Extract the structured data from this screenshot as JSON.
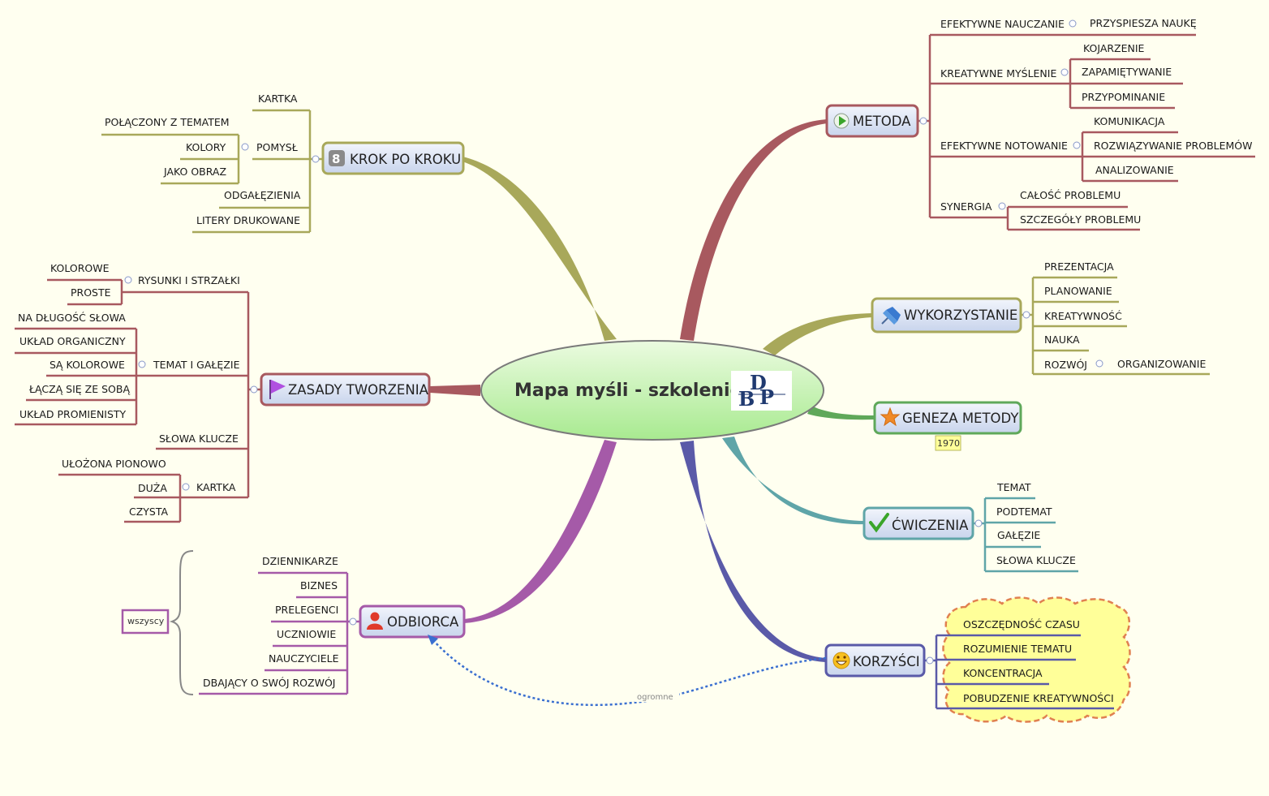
{
  "central": {
    "title": "Mapa myśli - szkolenie",
    "logo_text": "DBP"
  },
  "branches": {
    "krok": {
      "label": "KROK PO KROKU",
      "badge": "8",
      "items": [
        "KARTKA",
        "POMYSŁ",
        "ODGAŁĘZIENIA",
        "LITERY DRUKOWANE"
      ],
      "pomysl_children": [
        "POŁĄCZONY Z TEMATEM",
        "KOLORY",
        "JAKO OBRAZ"
      ]
    },
    "zasady": {
      "label": "ZASADY TWORZENIA",
      "items": [
        "RYSUNKI I STRZAŁKI",
        "TEMAT I GAŁĘZIE",
        "SŁOWA KLUCZE",
        "KARTKA"
      ],
      "rysunki_children": [
        "KOLOROWE",
        "PROSTE"
      ],
      "temat_children": [
        "NA DŁUGOŚĆ SŁOWA",
        "UKŁAD ORGANICZNY",
        "SĄ KOLOROWE",
        "ŁĄCZĄ SIĘ ZE SOBĄ",
        "UKŁAD PROMIENISTY"
      ],
      "kartka_children": [
        "UŁOŻONA PIONOWO",
        "DUŻA",
        "CZYSTA"
      ]
    },
    "odbiorca": {
      "label": "ODBIORCA",
      "items": [
        "DZIENNIKARZE",
        "BIZNES",
        "PRELEGENCI",
        "UCZNIOWIE",
        "NAUCZYCIELE",
        "DBAJĄCY O SWÓJ ROZWÓJ"
      ],
      "summary": "wszyscy"
    },
    "metoda": {
      "label": "METODA",
      "items": [
        "EFEKTYWNE NAUCZANIE",
        "KREATYWNE MYŚLENIE",
        "EFEKTYWNE NOTOWANIE",
        "SYNERGIA"
      ],
      "nauczanie_children": [
        "PRZYSPIESZA NAUKĘ"
      ],
      "myslenie_children": [
        "KOJARZENIE",
        "ZAPAMIĘTYWANIE",
        "PRZYPOMINANIE"
      ],
      "notowanie_children": [
        "KOMUNIKACJA",
        "ROZWIĄZYWANIE PROBLEMÓW",
        "ANALIZOWANIE"
      ],
      "synergia_children": [
        "CAŁOŚĆ PROBLEMU",
        "SZCZEGÓŁY PROBLEMU"
      ]
    },
    "wykorzystanie": {
      "label": "WYKORZYSTANIE",
      "items": [
        "PREZENTACJA",
        "PLANOWANIE",
        "KREATYWNOŚĆ",
        "NAUKA",
        "ROZWÓJ"
      ],
      "rozwoj_children": [
        "ORGANIZOWANIE"
      ]
    },
    "geneza": {
      "label": "GENEZA METODY",
      "note": "1970"
    },
    "cwiczenia": {
      "label": "ĆWICZENIA",
      "items": [
        "TEMAT",
        "PODTEMAT",
        "GAŁĘZIE",
        "SŁOWA KLUCZE"
      ]
    },
    "korzysci": {
      "label": "KORZYŚCI",
      "items": [
        "OSZCZĘDNOŚĆ CZASU",
        "ROZUMIENIE TEMATU",
        "KONCENTRACJA",
        "POBUDZENIE KREATYWNOŚCI"
      ]
    }
  },
  "relationship": {
    "label": "ogromne"
  },
  "colors": {
    "krok": "#a8a85a",
    "zasady": "#a8595f",
    "odbiorca": "#a55aa8",
    "metoda": "#a8595f",
    "wykorzystanie": "#a8a85a",
    "geneza": "#5fa85a",
    "cwiczenia": "#5fa5a8",
    "korzysci": "#5a5aa8",
    "relationship": "#3a6fd0",
    "boundary_fill": "#ffff99",
    "boundary_stroke": "#e08050"
  },
  "icons": {
    "krok": "number-8-icon",
    "zasady": "purple-flag-icon",
    "odbiorca": "person-icon",
    "metoda": "green-play-icon",
    "wykorzystanie": "pushpin-icon",
    "geneza": "orange-star-icon",
    "cwiczenia": "green-checkmark-icon",
    "korzysci": "smiley-icon"
  }
}
